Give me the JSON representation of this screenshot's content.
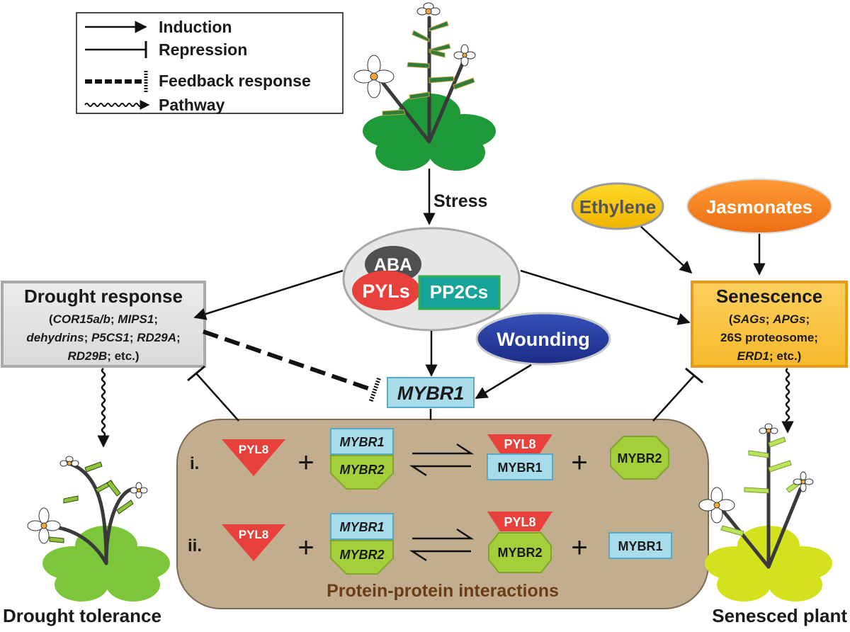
{
  "legend": {
    "induction": "Induction",
    "repression": "Repression",
    "feedback": "Feedback response",
    "pathway": "Pathway"
  },
  "stress_label": "Stress",
  "aba_complex": {
    "aba": "ABA",
    "pyls": "PYLs",
    "pp2cs": "PP2Cs"
  },
  "ethylene": "Ethylene",
  "jasmonates": "Jasmonates",
  "wounding": "Wounding",
  "mybr1_center": "MYBR1",
  "drought_box": {
    "title": "Drought response",
    "line1_open": "(",
    "line1_gene1": "COR15a/b",
    "line1_sep": "; ",
    "line1_gene2": "MIPS1",
    "line1_end": ";",
    "line2_gene1": "dehydrins",
    "line2_sep1": "; ",
    "line2_gene2": "P5CS1",
    "line2_sep2": "; ",
    "line2_gene3": "RD29A",
    "line2_end": ";",
    "line3_gene1": "RD29B",
    "line3_end": "; etc.)"
  },
  "senescence_box": {
    "title": "Senescence",
    "line1_open": "(",
    "line1_gene1": "SAGs",
    "line1_sep": "; ",
    "line1_gene2": "APGs",
    "line1_end": ";",
    "line2": "26S proteosome;",
    "line3_gene1": "ERD1",
    "line3_end": "; etc.)"
  },
  "ppi": {
    "title": "Protein-protein interactions",
    "row_i_label": "i.",
    "row_ii_label": "ii.",
    "pyl8": "PYL8",
    "mybr1_italic": "MYBR1",
    "mybr2_italic": "MYBR2",
    "mybr1_plain": "MYBR1",
    "mybr2_plain": "MYBR2",
    "plus": "+"
  },
  "drought_tolerance": "Drought tolerance",
  "senesced_plant": "Senesced plant",
  "colors": {
    "aba": "#505050",
    "pyls": "#e8403a",
    "pp2cs": "#18a39a",
    "ethylene": "#f4c20d",
    "jasmonates": "#f47f1f",
    "wounding": "#24399a",
    "mybr_blue": "#a9dcea",
    "mybr2_green": "#a4cf3a",
    "pyl8_red": "#e8403a",
    "ppi_box": "#c2ad8f",
    "ppi_title": "#6b3d16",
    "stress_plant_green": "#1f9a38",
    "drought_plant_green": "#7cc63a",
    "senesced_plant_green": "#d3e21c"
  }
}
